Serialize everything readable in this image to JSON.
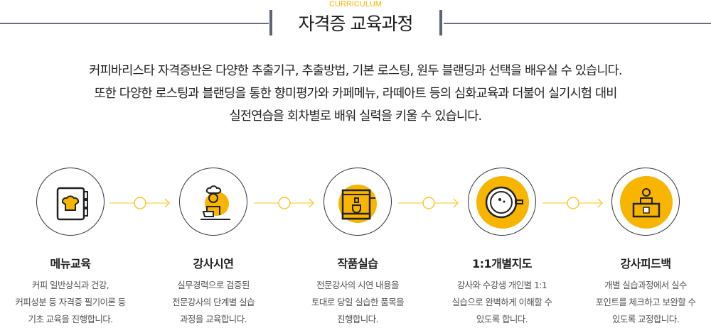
{
  "header": {
    "eyebrow": "CURRICULUM",
    "title": "자격증 교육과정"
  },
  "intro": [
    "커피바리스타 자격증반은 다양한 추출기구, 추출방법, 기본 로스팅, 원두 블랜딩과 선택을 배우실 수 있습니다.",
    "또한 다양한 로스팅과 블랜딩을 통한 향미평가와 카페메뉴, 라떼아트 등의 심화교육과 더불어 실기시험 대비",
    "실전연습을 회차별로 배워 실력을 키울 수 있습니다."
  ],
  "colors": {
    "accent": "#f7b500",
    "line": "#ffd966"
  },
  "steps": [
    {
      "icon": "menu-book-icon",
      "title": "메뉴교육",
      "desc": [
        "커피 일반상식과 건강,",
        "커피성분 등 자격증 필기이론 등",
        "기초 교육을 진행합니다."
      ]
    },
    {
      "icon": "chef-instructor-icon",
      "title": "강사시연",
      "desc": [
        "실무경력으로 검증된",
        "전문강사의 단계별 실습",
        "과정을 교육합니다."
      ]
    },
    {
      "icon": "espresso-machine-icon",
      "title": "작품실습",
      "desc": [
        "전문강사의 시연 내용을",
        "토대로 당일 실습한 품목을",
        "진행합니다."
      ]
    },
    {
      "icon": "latte-cup-icon",
      "title": "1:1개별지도",
      "desc": [
        "강사와 수강생 개인별 1:1",
        "실습으로 완벽하게 이해할 수",
        "있도록 합니다."
      ]
    },
    {
      "icon": "feedback-podium-icon",
      "title": "강사피드백",
      "desc": [
        "개별 실습과정에서 실수",
        "포인트를 체크하고 보완할 수",
        "있도록 교정합니다."
      ]
    }
  ]
}
